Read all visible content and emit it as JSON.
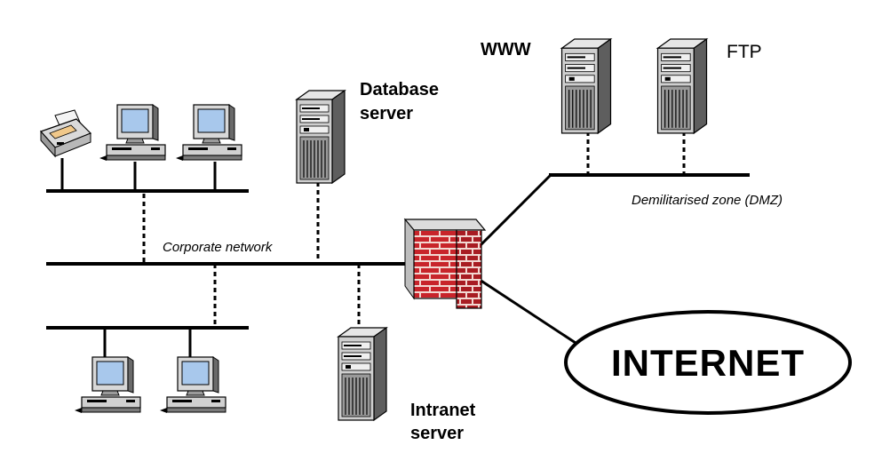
{
  "labels": {
    "www": "WWW",
    "ftp": "FTP",
    "database_line1": "Database",
    "database_line2": "server",
    "corporate_network": "Corporate network",
    "dmz": "Demilitarised zone (DMZ)",
    "internet": "INTERNET",
    "intranet_line1": "Intranet",
    "intranet_line2": "server"
  },
  "icons": {
    "printer": "printer-icon",
    "workstation": "workstation-icon",
    "server": "server-tower-icon",
    "firewall": "firewall-brick-wall-icon"
  },
  "colors": {
    "line": "#000000",
    "screen": "#a8c8ec",
    "brick": "#c8242a",
    "mortar": "#f2d8d2",
    "wall_top": "#d8d8d8",
    "case_light": "#d4d4d4",
    "case_dark": "#6a6a6a"
  }
}
